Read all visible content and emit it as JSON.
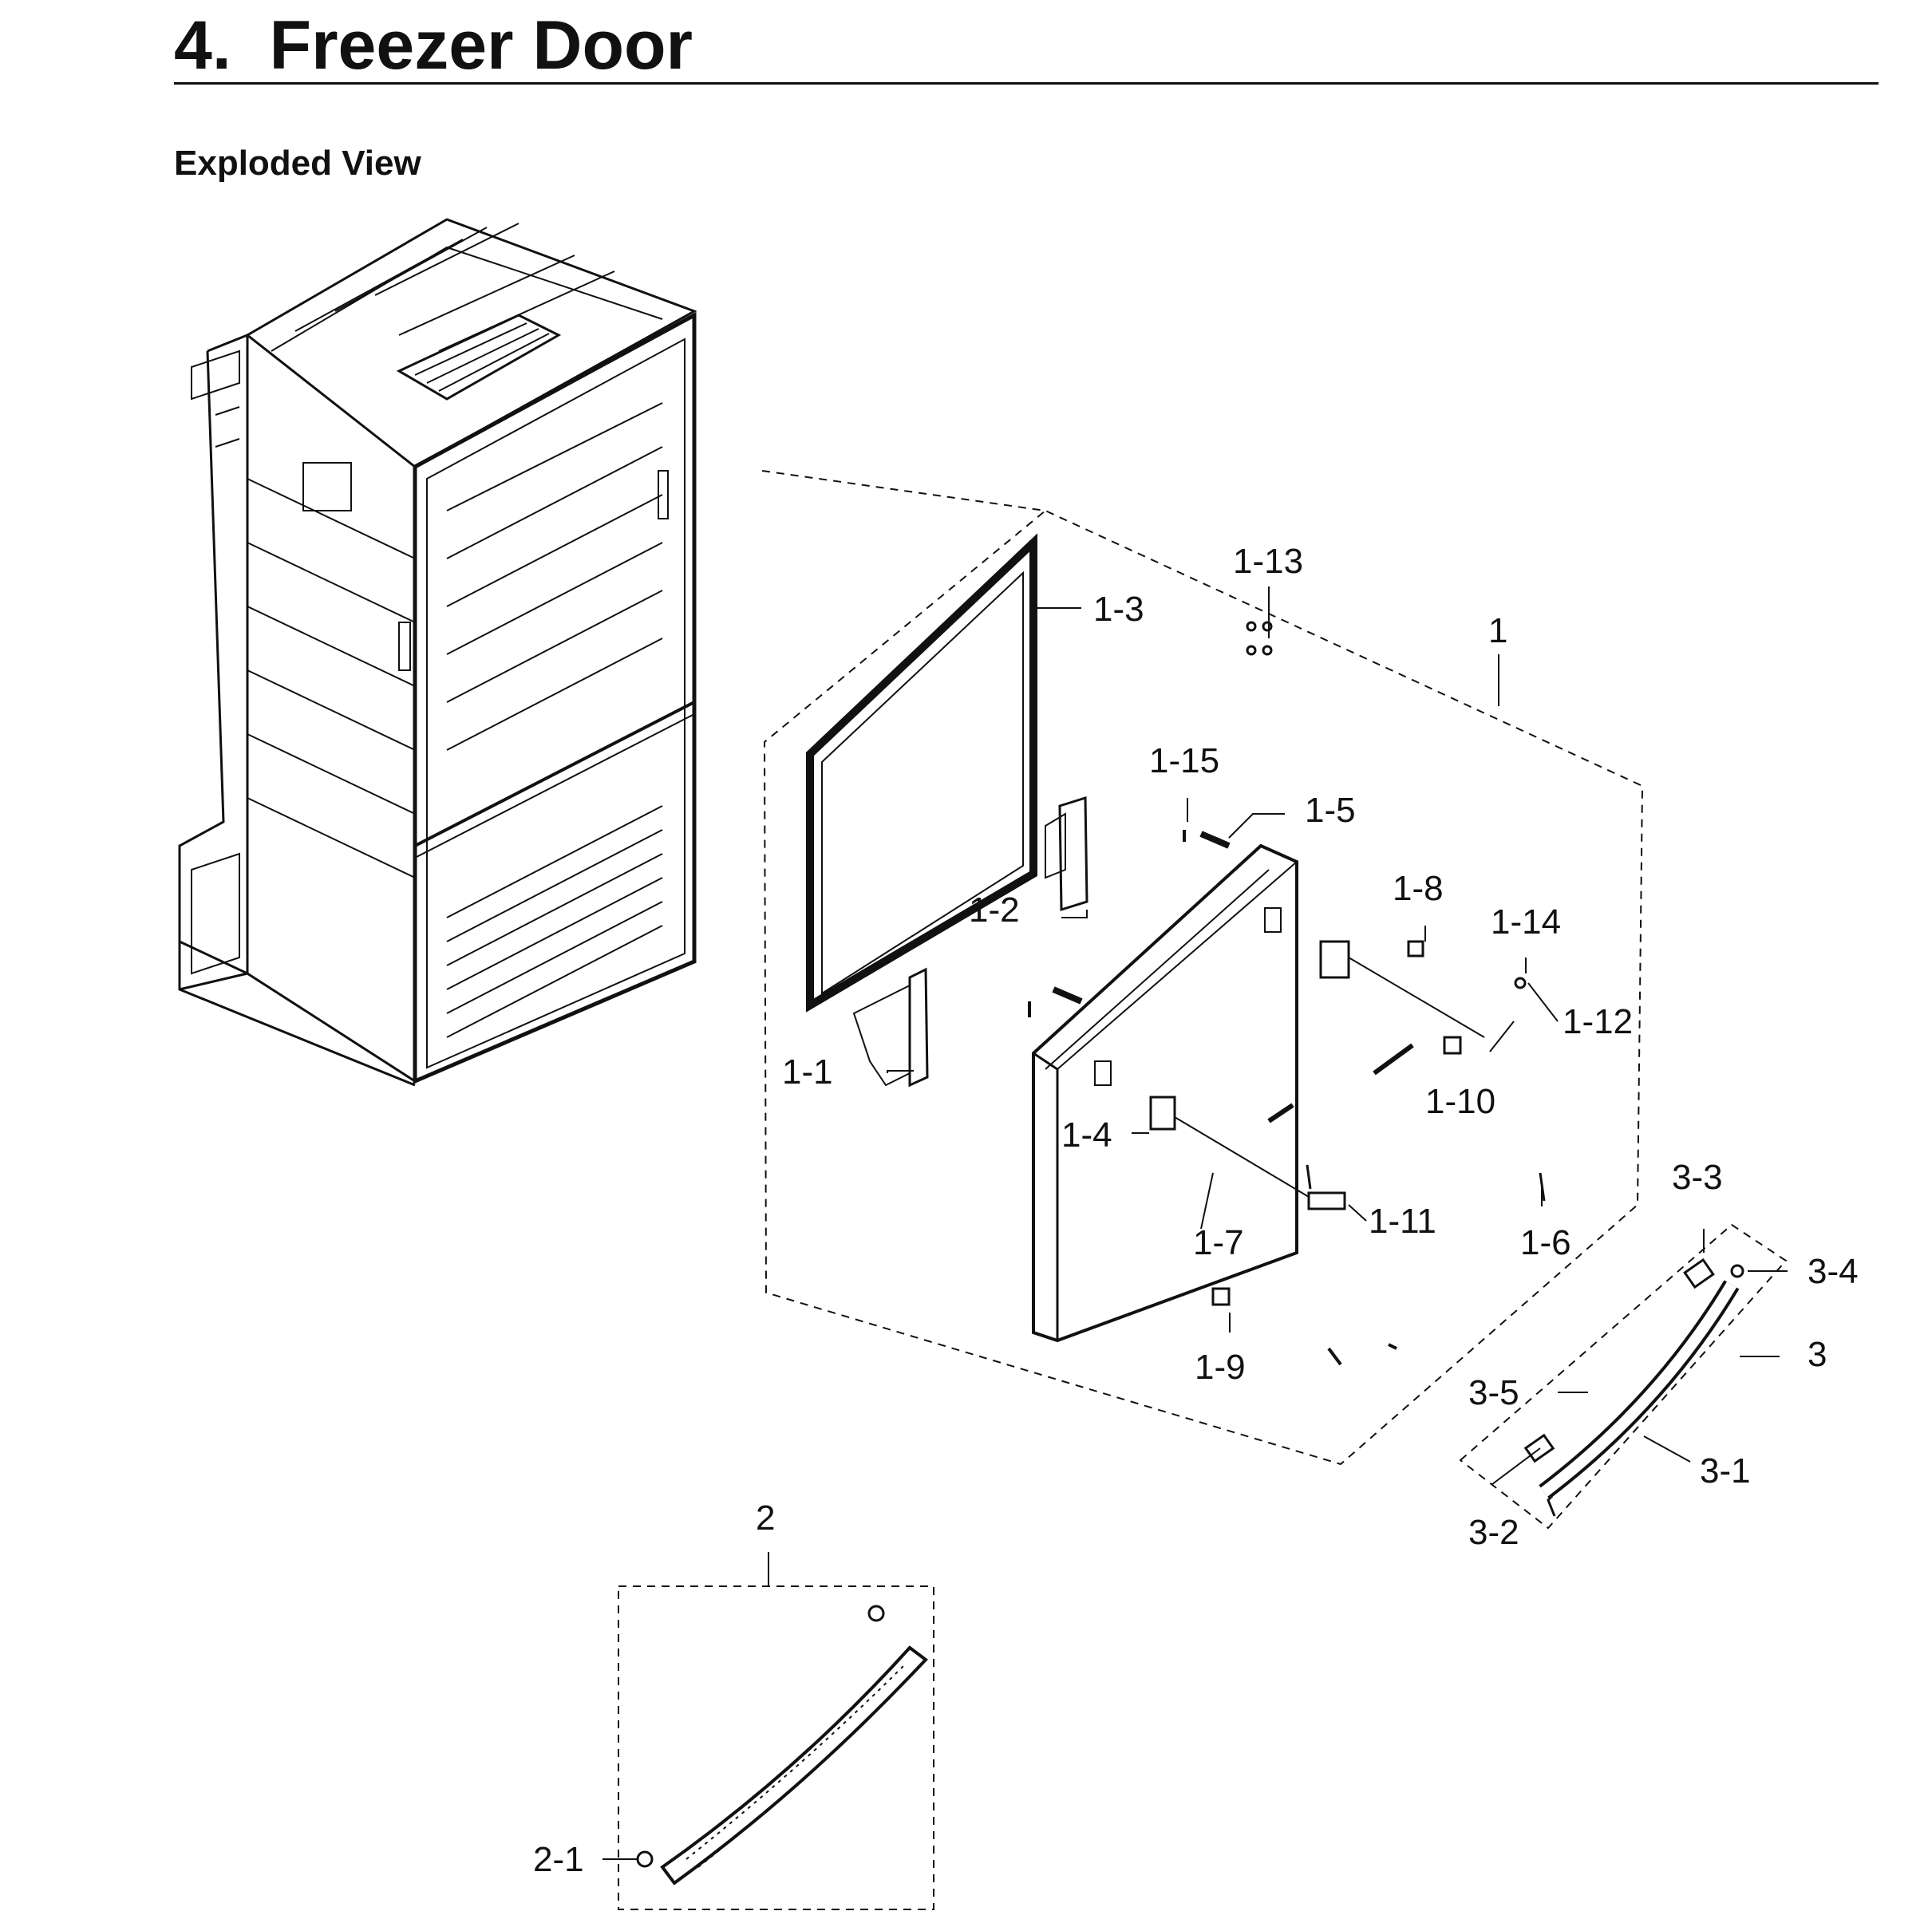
{
  "header": {
    "section_number": "4.",
    "title": "Freezer Door",
    "subtitle": "Exploded View"
  },
  "callouts": {
    "c1": "1",
    "c1_1": "1-1",
    "c1_2": "1-2",
    "c1_3": "1-3",
    "c1_4": "1-4",
    "c1_5": "1-5",
    "c1_6": "1-6",
    "c1_7": "1-7",
    "c1_8": "1-8",
    "c1_9": "1-9",
    "c1_10": "1-10",
    "c1_11": "1-11",
    "c1_12": "1-12",
    "c1_13": "1-13",
    "c1_14": "1-14",
    "c1_15": "1-15",
    "c2": "2",
    "c2_1": "2-1",
    "c3": "3",
    "c3_1": "3-1",
    "c3_2": "3-2",
    "c3_3": "3-3",
    "c3_4": "3-4",
    "c3_5": "3-5"
  }
}
